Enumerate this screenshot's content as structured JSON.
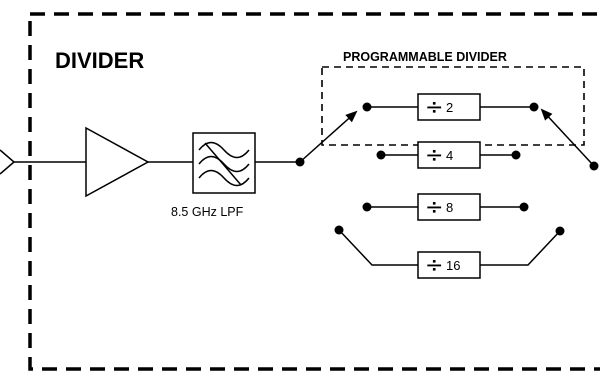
{
  "title": "DIVIDER",
  "programmable_divider_label": "PROGRAMMABLE DIVIDER",
  "filter_label": "8.5 GHz LPF",
  "divide_symbol": "÷",
  "divider_ratios": [
    "2",
    "4",
    "8",
    "16"
  ],
  "line_color": "#000000",
  "background_color": "#ffffff"
}
